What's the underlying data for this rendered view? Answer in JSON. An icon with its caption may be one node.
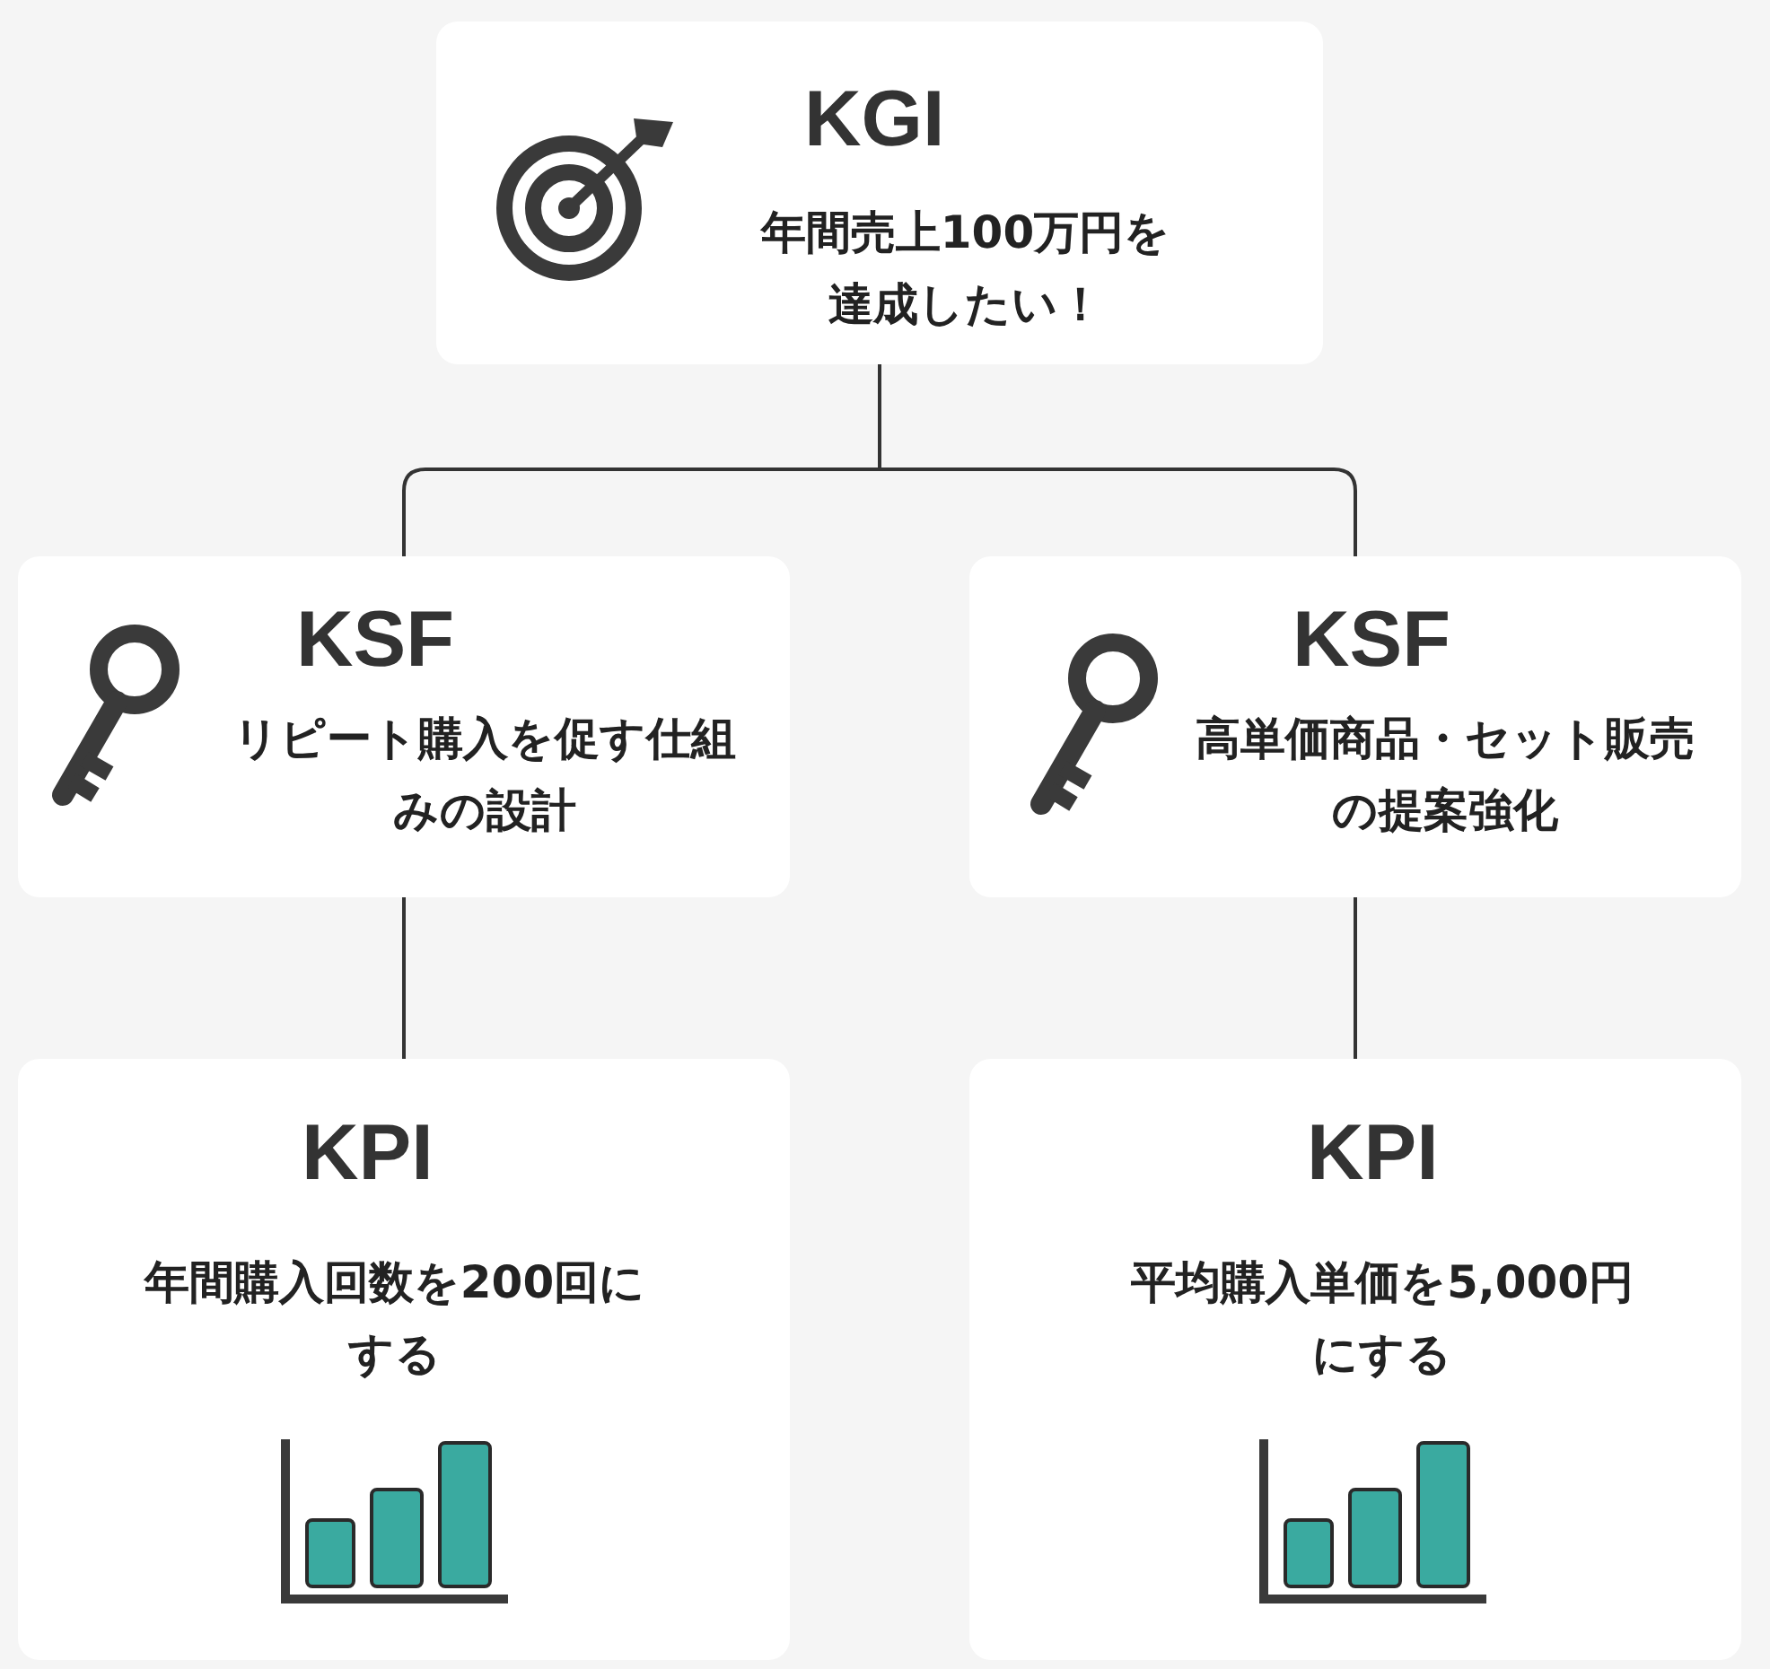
{
  "diagram": {
    "nodes": [
      {
        "text": [
          "KGI",
          "年間売上100万円を達成したい！"
        ]
      },
      {
        "text": [
          "KSF",
          "リピート購入を促す仕組みの設計"
        ]
      },
      {
        "text": [
          "KSF",
          "高単価商品・セット販売の提案強化"
        ]
      },
      {
        "text": [
          "KPI",
          "年間購入回数を200回にする"
        ]
      },
      {
        "text": [
          "KPI",
          "平均購入単価を5,000円にする"
        ]
      }
    ],
    "edges": [
      {
        "from": 0,
        "to": 1,
        "arrow": "none"
      },
      {
        "from": 0,
        "to": 2,
        "arrow": "none"
      },
      {
        "from": 1,
        "to": 3,
        "arrow": "none"
      },
      {
        "from": 2,
        "to": 4,
        "arrow": "none"
      }
    ]
  }
}
